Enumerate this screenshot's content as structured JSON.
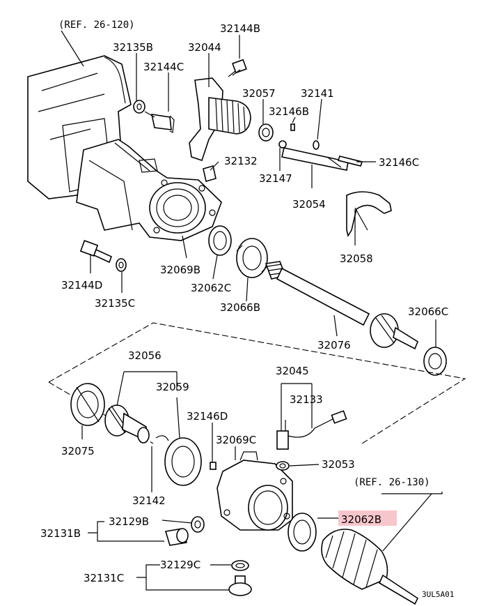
{
  "references": {
    "top": "(REF. 26-120)",
    "bottom": "(REF. 26-130)"
  },
  "diagram_code": "3UL5A01",
  "highlight_color": "#f7c6cc",
  "parts": {
    "p32144B": "32144B",
    "p32135B": "32135B",
    "p32044": "32044",
    "p32144C": "32144C",
    "p32057": "32057",
    "p32141": "32141",
    "p32146B": "32146B",
    "p32146C": "32146C",
    "p32132": "32132",
    "p32147": "32147",
    "p32054": "32054",
    "p32058": "32058",
    "p32069B": "32069B",
    "p32144D": "32144D",
    "p32062C": "32062C",
    "p32135C": "32135C",
    "p32066B": "32066B",
    "p32066C": "32066C",
    "p32076": "32076",
    "p32056": "32056",
    "p32059": "32059",
    "p32045": "32045",
    "p32133": "32133",
    "p32075": "32075",
    "p32146D": "32146D",
    "p32069C": "32069C",
    "p32053": "32053",
    "p32142": "32142",
    "p32062B": "32062B",
    "p32131B": "32131B",
    "p32129B": "32129B",
    "p32129C": "32129C",
    "p32131C": "32131C"
  }
}
